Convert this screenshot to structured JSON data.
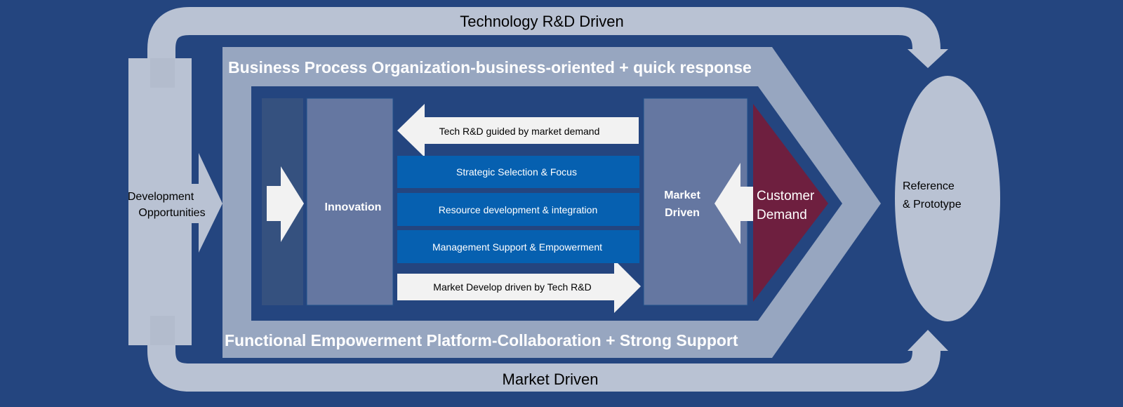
{
  "colors": {
    "background": "#24457f",
    "loop": "#b9c2d3",
    "chevron": "#97a6c0",
    "column": "#6577a1",
    "dark_column": "#35517f",
    "bar": "#0660b0",
    "arrow": "#f2f2f2",
    "customer": "#6e1f3f"
  },
  "loops": {
    "top_label": "Technology R&D Driven",
    "bottom_label": "Market Driven"
  },
  "left": {
    "label_line1": "Development",
    "label_line2": "Opportunities"
  },
  "chevron": {
    "top_title": "Business Process Organization-business-oriented + quick response",
    "bottom_title": "Functional Empowerment Platform-Collaboration + Strong Support"
  },
  "innovation": {
    "label": "Innovation"
  },
  "market": {
    "label_line1": "Market",
    "label_line2": "Driven"
  },
  "customer": {
    "label_line1": "Customer",
    "label_line2": "Demand"
  },
  "arrows": {
    "top": "Tech R&D guided by market demand",
    "bottom": "Market Develop driven by Tech R&D"
  },
  "bars": [
    "Strategic Selection & Focus",
    "Resource development & integration",
    "Management Support & Empowerment"
  ],
  "reference": {
    "label_line1": "Reference",
    "label_line2": "& Prototype"
  }
}
